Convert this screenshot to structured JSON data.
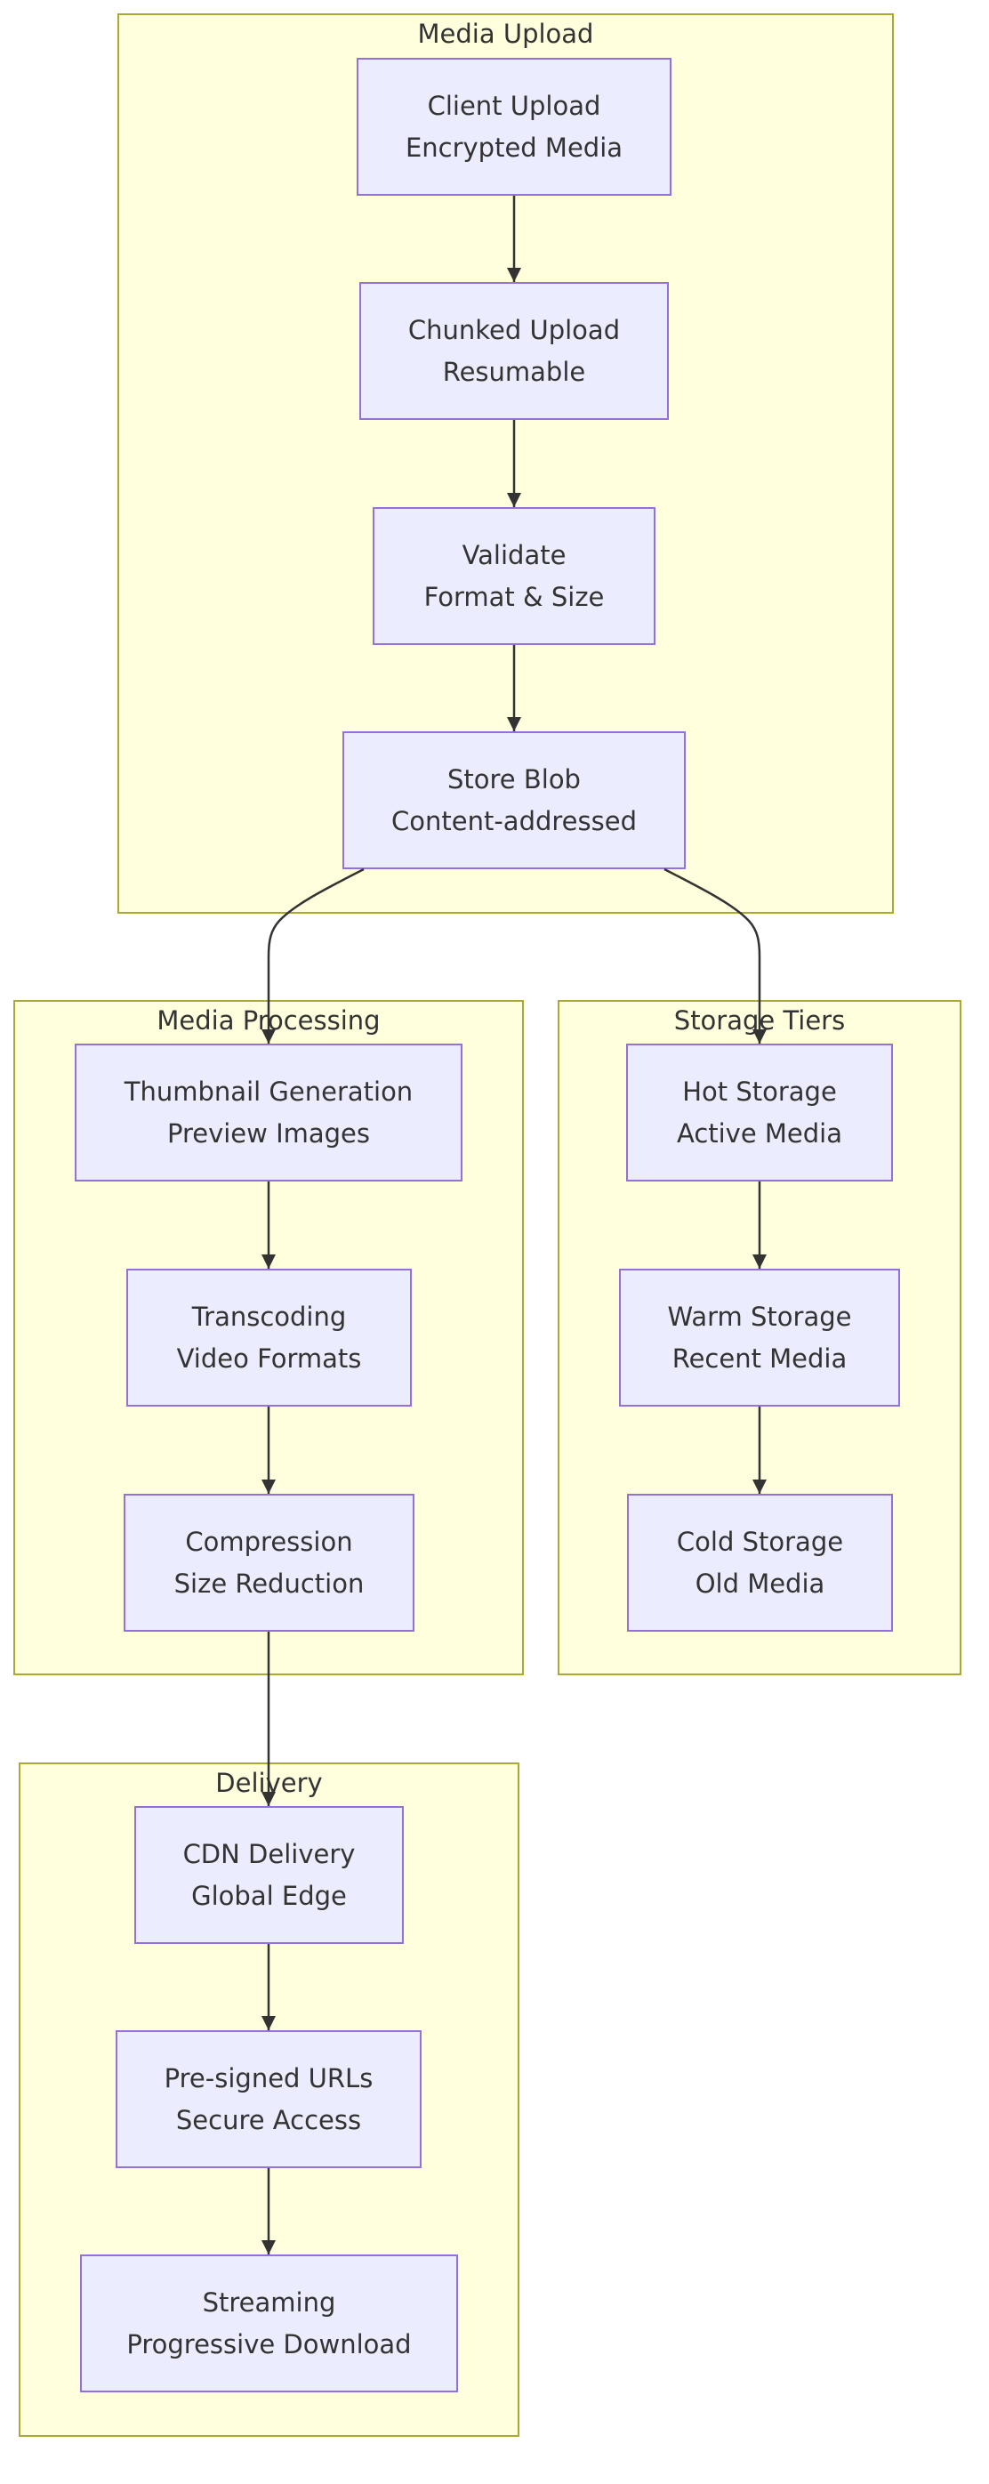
{
  "diagram": {
    "type": "flowchart",
    "direction": "TB",
    "colors": {
      "cluster_fill": "#ffffde",
      "cluster_border": "#aaaa33",
      "node_fill": "#ececff",
      "node_border": "#9370db",
      "edge": "#333333",
      "text": "#333333"
    },
    "clusters": [
      {
        "id": "upload",
        "label": "Media Upload"
      },
      {
        "id": "processing",
        "label": "Media Processing"
      },
      {
        "id": "storage",
        "label": "Storage Tiers"
      },
      {
        "id": "delivery",
        "label": "Delivery"
      }
    ],
    "nodes": [
      {
        "id": "client",
        "cluster": "upload",
        "lines": [
          "Client Upload",
          "Encrypted Media"
        ]
      },
      {
        "id": "chunked",
        "cluster": "upload",
        "lines": [
          "Chunked Upload",
          "Resumable"
        ]
      },
      {
        "id": "validate",
        "cluster": "upload",
        "lines": [
          "Validate",
          "Format & Size"
        ]
      },
      {
        "id": "store",
        "cluster": "upload",
        "lines": [
          "Store Blob",
          "Content-addressed"
        ]
      },
      {
        "id": "thumb",
        "cluster": "processing",
        "lines": [
          "Thumbnail Generation",
          "Preview Images"
        ]
      },
      {
        "id": "transcode",
        "cluster": "processing",
        "lines": [
          "Transcoding",
          "Video Formats"
        ]
      },
      {
        "id": "compress",
        "cluster": "processing",
        "lines": [
          "Compression",
          "Size Reduction"
        ]
      },
      {
        "id": "hot",
        "cluster": "storage",
        "lines": [
          "Hot Storage",
          "Active Media"
        ]
      },
      {
        "id": "warm",
        "cluster": "storage",
        "lines": [
          "Warm Storage",
          "Recent Media"
        ]
      },
      {
        "id": "cold",
        "cluster": "storage",
        "lines": [
          "Cold Storage",
          "Old Media"
        ]
      },
      {
        "id": "cdn",
        "cluster": "delivery",
        "lines": [
          "CDN Delivery",
          "Global Edge"
        ]
      },
      {
        "id": "presigned",
        "cluster": "delivery",
        "lines": [
          "Pre-signed URLs",
          "Secure Access"
        ]
      },
      {
        "id": "stream",
        "cluster": "delivery",
        "lines": [
          "Streaming",
          "Progressive Download"
        ]
      }
    ],
    "edges": [
      {
        "from": "client",
        "to": "chunked"
      },
      {
        "from": "chunked",
        "to": "validate"
      },
      {
        "from": "validate",
        "to": "store"
      },
      {
        "from": "store",
        "to": "thumb"
      },
      {
        "from": "store",
        "to": "hot"
      },
      {
        "from": "thumb",
        "to": "transcode"
      },
      {
        "from": "transcode",
        "to": "compress"
      },
      {
        "from": "compress",
        "to": "cdn"
      },
      {
        "from": "hot",
        "to": "warm"
      },
      {
        "from": "warm",
        "to": "cold"
      },
      {
        "from": "cdn",
        "to": "presigned"
      },
      {
        "from": "presigned",
        "to": "stream"
      }
    ]
  }
}
